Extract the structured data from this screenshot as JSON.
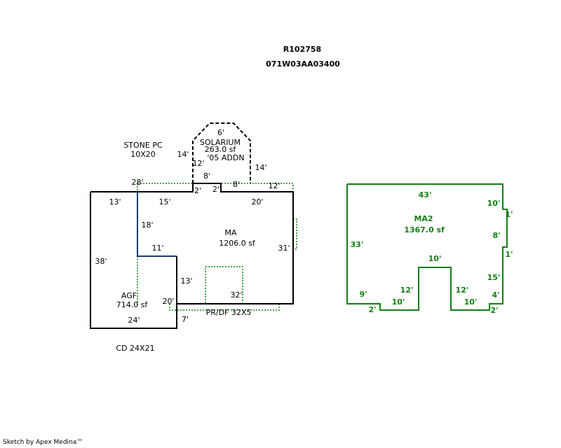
{
  "header": {
    "account": "R102758",
    "map_tax_lot": "071W03AA03400"
  },
  "labels": {
    "stone_pc_name": "STONE PC",
    "stone_pc_size": "10X20",
    "solarium_name": "SOLARIUM",
    "solarium_area": "263.0 sf",
    "solarium_note": "'05 ADDN",
    "ma_name": "MA",
    "ma_area": "1206.0 sf",
    "agf_name": "AGF",
    "agf_area": "714.0 sf",
    "prdf": "PR/DF 32X5",
    "cd": "CD 24X21",
    "ma2_name": "MA2",
    "ma2_area": "1367.0 sf"
  },
  "dimensions": {
    "sol_top": "6'",
    "sol_left_diag": "14'",
    "sol_left": "12'",
    "sol_right_diag": "14'",
    "sol_base": "8'",
    "sol_step_left": "2'",
    "sol_step_right": "2'",
    "sol_right_8": "8'",
    "top_28": "28'",
    "top_12": "12'",
    "agf_top_13": "13'",
    "ma_top_15": "15'",
    "ma_top_20": "20'",
    "ma_18": "18'",
    "ma_11": "11'",
    "ma_31": "31'",
    "agf_38": "38'",
    "ma_13": "13'",
    "ma_32": "32'",
    "ma_20": "20'",
    "agf_24": "24'",
    "agf_7": "7'",
    "m2_43": "43'",
    "m2_10_top": "10'",
    "m2_1a": "1'",
    "m2_8": "8'",
    "m2_1b": "1'",
    "m2_33": "33'",
    "m2_10_notch": "10'",
    "m2_15": "15'",
    "m2_9": "9'",
    "m2_12_left": "12'",
    "m2_12_right": "12'",
    "m2_4": "4'",
    "m2_10_left": "10'",
    "m2_10_right": "10'",
    "m2_2_left": "2'",
    "m2_2_right": "2'"
  },
  "colors": {
    "main_outline": "#000000",
    "dotted_green": "#128012",
    "ma2_outline": "#128012",
    "interior_blue": "#1a3c6e"
  },
  "footer": "Sketch by Apex Medina™"
}
